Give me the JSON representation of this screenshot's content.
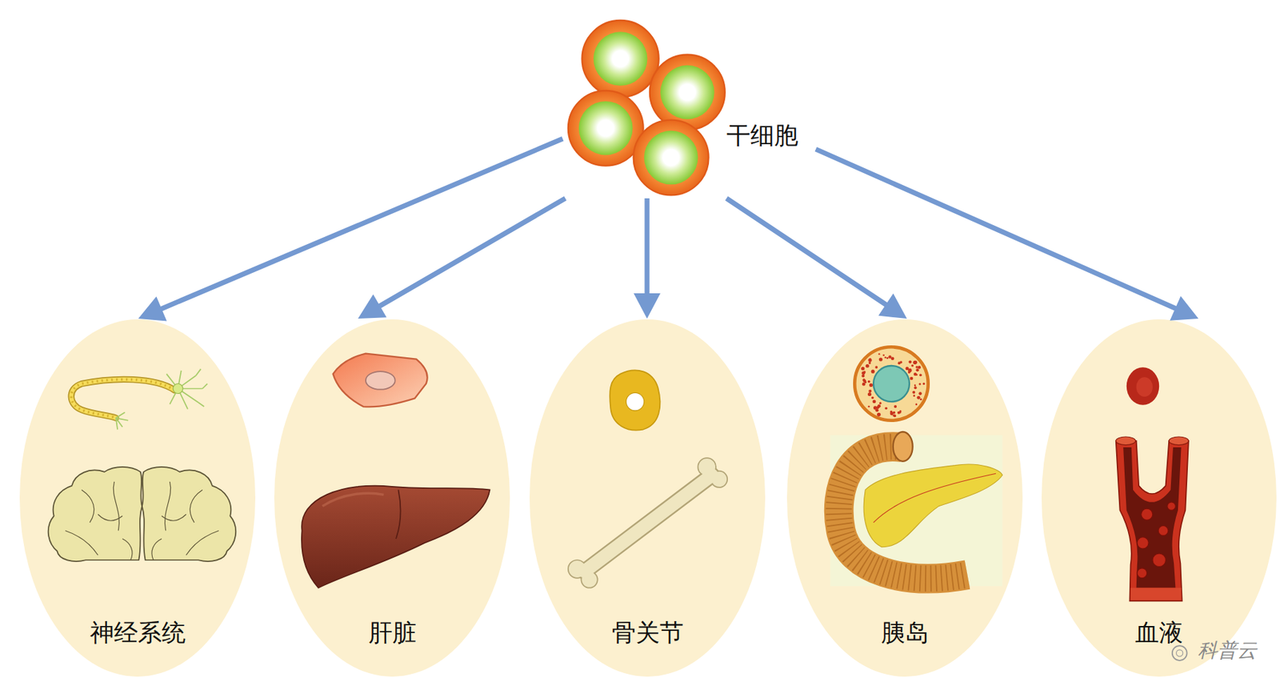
{
  "diagram": {
    "nodes": [
      {
        "text": [
          "干细胞"
        ]
      },
      {
        "text": [
          "神经系统"
        ]
      },
      {
        "text": [
          "肝脏"
        ]
      },
      {
        "text": [
          "骨关节"
        ]
      },
      {
        "text": [
          "胰岛"
        ]
      },
      {
        "text": [
          "血液"
        ]
      }
    ],
    "edges": [
      {
        "from": 0,
        "to": 1,
        "arrow": "to"
      },
      {
        "from": 0,
        "to": 2,
        "arrow": "to"
      },
      {
        "from": 0,
        "to": 3,
        "arrow": "to"
      },
      {
        "from": 0,
        "to": 4,
        "arrow": "to"
      },
      {
        "from": 0,
        "to": 5,
        "arrow": "to"
      }
    ],
    "labels": [
      "科普云"
    ]
  }
}
